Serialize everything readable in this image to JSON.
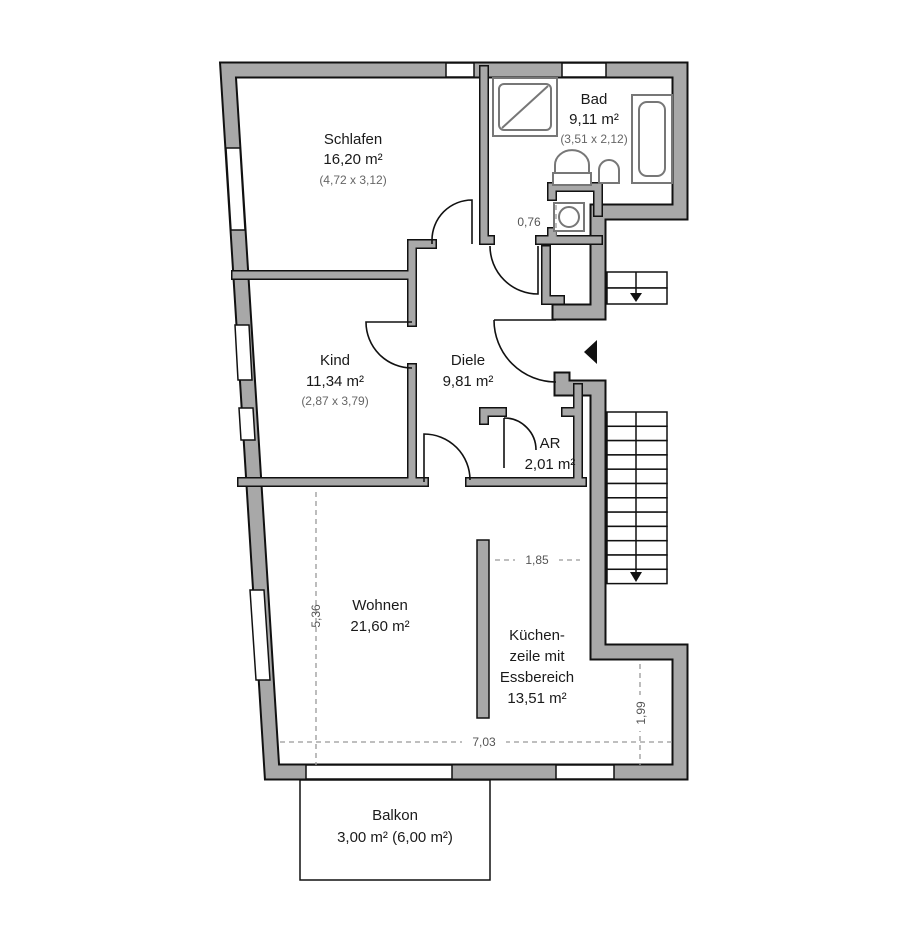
{
  "rooms": {
    "schlafen": {
      "name": "Schlafen",
      "area": "16,20 m²",
      "dims": "(4,72 x 3,12)"
    },
    "bad": {
      "name": "Bad",
      "area": "9,11 m²",
      "dims": "(3,51 x 2,12)"
    },
    "kind": {
      "name": "Kind",
      "area": "11,34 m²",
      "dims": "(2,87 x 3,79)"
    },
    "diele": {
      "name": "Diele",
      "area": "9,81 m²"
    },
    "ar": {
      "name": "AR",
      "area": "2,01 m²"
    },
    "wohnen": {
      "name": "Wohnen",
      "area": "21,60 m²"
    },
    "kueche": {
      "line1": "Küchen-",
      "line2": "zeile mit",
      "line3": "Essbereich",
      "area": "13,51 m²"
    },
    "balkon": {
      "name": "Balkon",
      "area": "3,00 m² (6,00 m²)"
    }
  },
  "dimensions": {
    "bad_niche": "0,76",
    "wohnen_depth": "5,36",
    "kueche_width": "1,85",
    "total_width": "7,03",
    "kueche_depth": "1,99"
  },
  "colors": {
    "wall": "#a8a8a8",
    "outline": "#111111",
    "dimension": "#999999"
  }
}
